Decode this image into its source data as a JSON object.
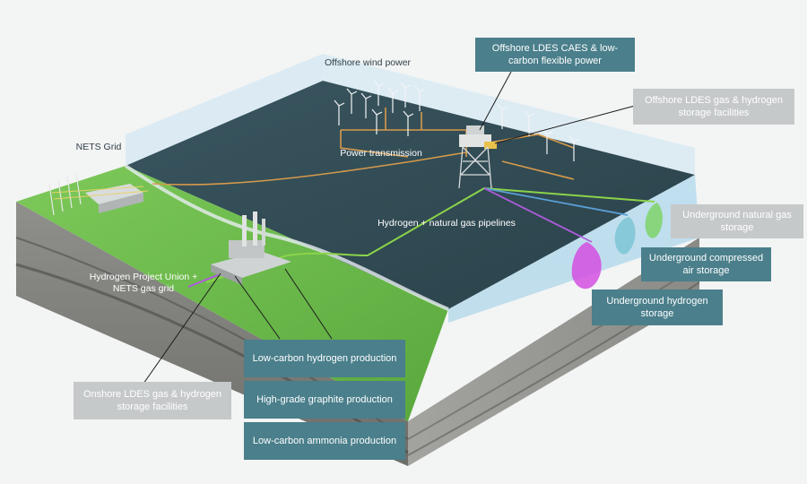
{
  "labels": {
    "offshore_wind": "Offshore wind power",
    "nets_grid": "NETS Grid",
    "power_transmission": "Power transmission",
    "h2_pipelines": "Hydrogen + natural gas pipelines",
    "hydrogen_union": "Hydrogen Project Union +\nNETS gas grid"
  },
  "boxes": {
    "offshore_caes": "Offshore LDES CAES & low-carbon flexible power",
    "offshore_gas_storage": "Offshore LDES gas & hydrogen storage facilities",
    "ug_natural_gas": "Underground natural gas storage",
    "ug_compressed_air": "Underground compressed air storage",
    "ug_hydrogen": "Underground hydrogen storage",
    "lc_hydrogen": "Low-carbon hydrogen production",
    "graphite": "High-grade graphite production",
    "ammonia": "Low-carbon ammonia production",
    "onshore_storage": "Onshore LDES gas & hydrogen storage facilities"
  },
  "colors": {
    "teal_box": "#4a7f8b",
    "grey_box": "#c6c9ca",
    "sea": "#314b55",
    "land": "#6fbf4c",
    "power_line": "#d69a4b",
    "hydrogen_line": "#8bd44a",
    "blue_line": "#5aa0d8",
    "purple_line": "#b05be0",
    "h2_storage": "#d24fe0",
    "air_storage": "#7cc6d4",
    "gas_storage": "#7ed46a"
  }
}
